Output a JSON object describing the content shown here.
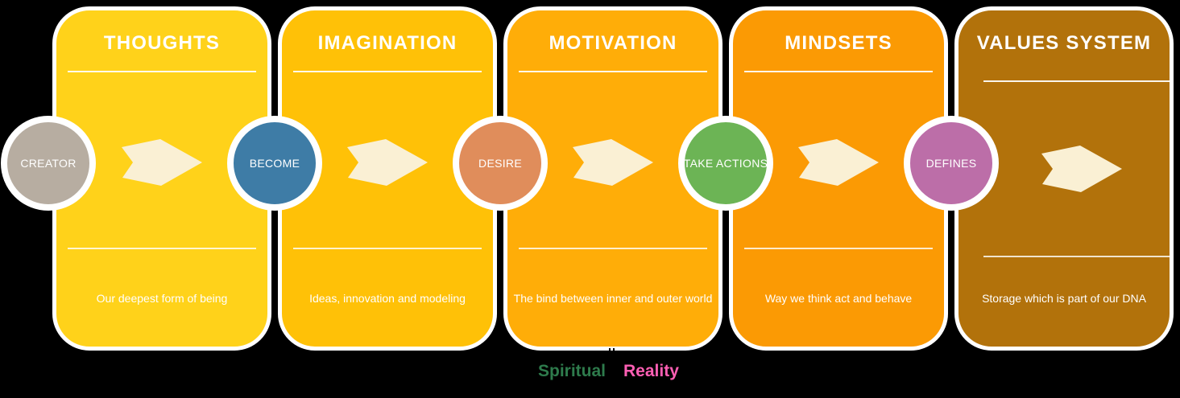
{
  "canvas": {
    "background": "#000000"
  },
  "arrow_color": "#FAF0D4",
  "stages": [
    {
      "title": "THOUGHTS",
      "description": "Our deepest form of being",
      "card_color": "#FFD21A",
      "circle": {
        "label": "CREATOR",
        "color": "#B7ADA1"
      }
    },
    {
      "title": "IMAGINATION",
      "description": "Ideas, innovation and modeling",
      "card_color": "#FFC107",
      "circle": {
        "label": "BECOME",
        "color": "#3E7CA6"
      }
    },
    {
      "title": "MOTIVATION",
      "description": "The bind between inner and outer world",
      "card_color": "#FFAD08",
      "circle": {
        "label": "DESIRE",
        "color": "#E08D5B"
      }
    },
    {
      "title": "MINDSETS",
      "description": "Way we think act and behave",
      "card_color": "#FB9A04",
      "circle": {
        "label": "TAKE ACTIONS",
        "color": "#6CB455"
      }
    },
    {
      "title": "VALUES SYSTEM",
      "description": "Storage which is part of our DNA",
      "card_color": "#B2720B",
      "circle": {
        "label": "DEFINES",
        "color": "#BC6EA8"
      }
    }
  ],
  "footer": {
    "labels": [
      {
        "text": "Spiritual",
        "color": "#2E7B4C"
      },
      {
        "text": "Reality",
        "color": "#FF5FB4"
      }
    ]
  }
}
